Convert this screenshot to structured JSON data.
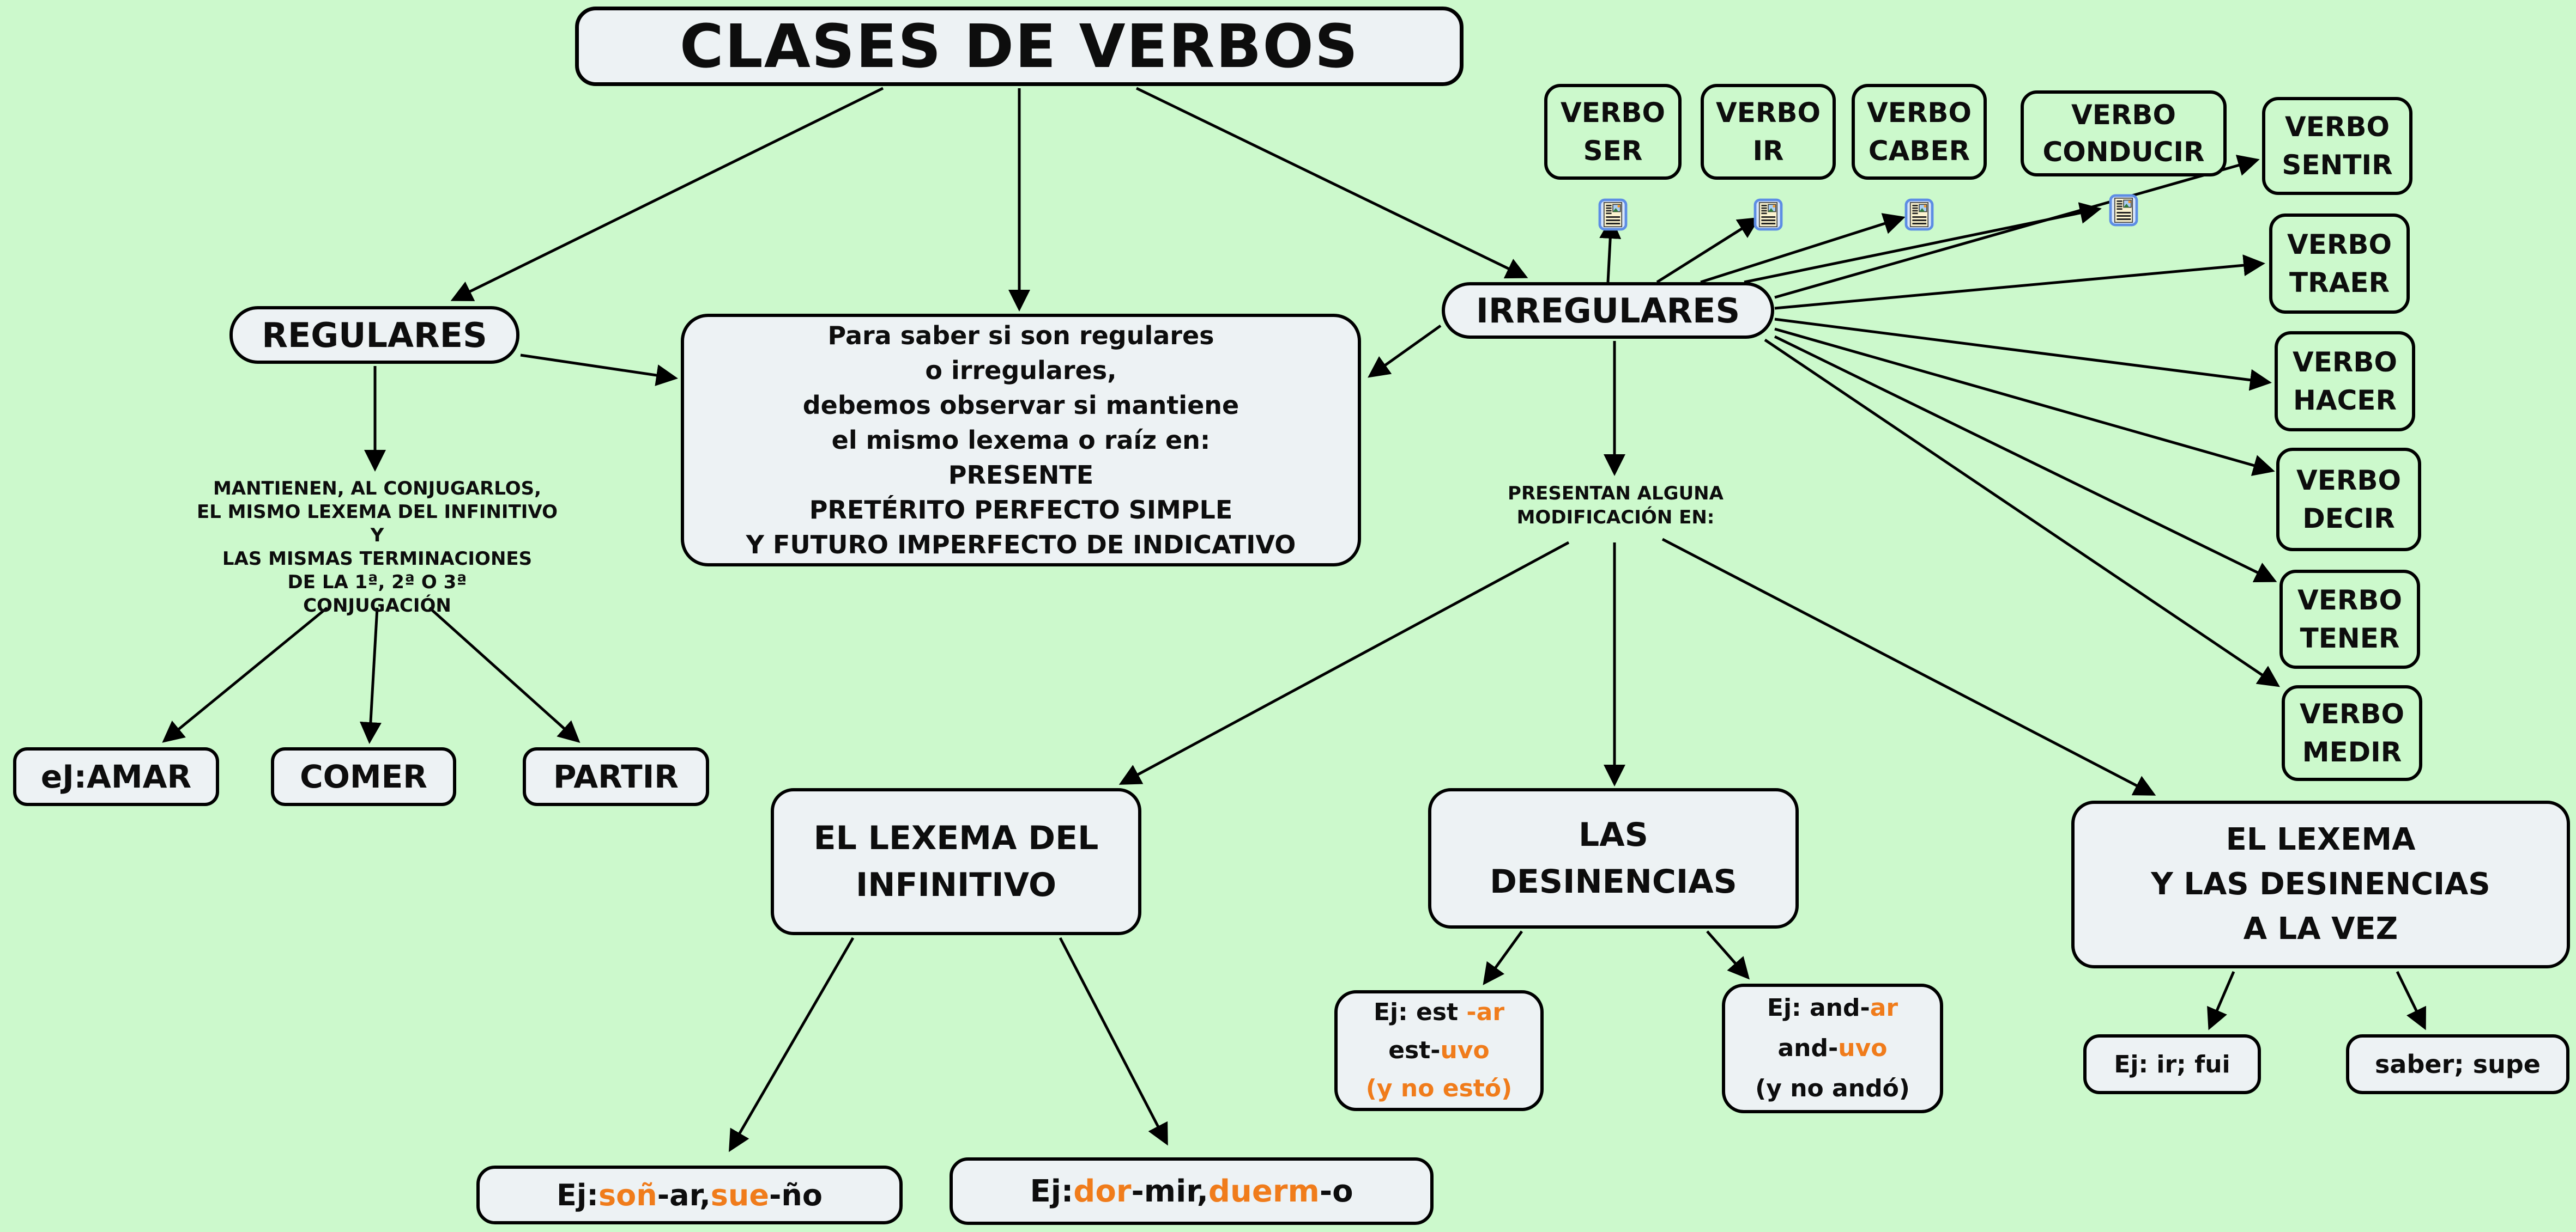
{
  "colors": {
    "background": "#ccf9cc",
    "box_fill": "#edf2f4",
    "border": "#000000",
    "text": "#0d0d0d",
    "orange": "#f07c1b",
    "icon_border": "#5d8de4"
  },
  "title": "CLASES DE VERBOS",
  "nodes": {
    "regulares": "REGULARES",
    "irregulares": "IRREGULARES",
    "middle_note": "Para saber si son regulares\no irregulares,\ndebemos observar si mantiene\nel mismo lexema o raíz en:\nPRESENTE\nPRETÉRITO PERFECTO SIMPLE\nY FUTURO IMPERFECTO DE INDICATIVO",
    "mantienen_note": "MANTIENEN, AL CONJUGARLOS,\nEL MISMO LEXEMA DEL INFINITIVO\nY\nLAS MISMAS TERMINACIONES\nDE LA 1ª, 2ª O 3ª\nCONJUGACIÓN",
    "presentan_note": "PRESENTAN ALGUNA\nMODIFICACIÓN EN:",
    "ej_amar": "eJ:AMAR",
    "comer": "COMER",
    "partir": "PARTIR",
    "lexema_infinitivo": "EL LEXEMA DEL\nINFINITIVO",
    "desinencias": "LAS\nDESINENCIAS",
    "lexema_desinencias": "EL LEXEMA\nY  LAS DESINENCIAS\nA LA VEZ",
    "ej_ir_fui": "Ej: ir; fui",
    "saber_supe": "saber; supe"
  },
  "verbs": [
    {
      "id": "ser",
      "label": "VERBO\nSER"
    },
    {
      "id": "ir",
      "label": "VERBO\nIR"
    },
    {
      "id": "caber",
      "label": "VERBO\nCABER"
    },
    {
      "id": "conducir",
      "label": "VERBO\nCONDUCIR"
    },
    {
      "id": "sentir",
      "label": "VERBO\nSENTIR"
    },
    {
      "id": "traer",
      "label": "VERBO\nTRAER"
    },
    {
      "id": "hacer",
      "label": "VERBO\nHACER"
    },
    {
      "id": "decir",
      "label": "VERBO\nDECIR"
    },
    {
      "id": "tener",
      "label": "VERBO\nTENER"
    },
    {
      "id": "medir",
      "label": "VERBO\nMEDIR"
    }
  ],
  "examples": {
    "estar": {
      "lines": [
        [
          {
            "t": "Ej: est ",
            "c": "black"
          },
          {
            "t": "-ar",
            "c": "orange"
          }
        ],
        [
          {
            "t": "est-",
            "c": "black"
          },
          {
            "t": "uvo",
            "c": "orange"
          }
        ],
        [
          {
            "t": "(y no estó)",
            "c": "orange"
          }
        ]
      ]
    },
    "andar": {
      "lines": [
        [
          {
            "t": "Ej: and-",
            "c": "black"
          },
          {
            "t": "ar",
            "c": "orange"
          }
        ],
        [
          {
            "t": "and-",
            "c": "black"
          },
          {
            "t": "uvo",
            "c": "orange"
          }
        ],
        [
          {
            "t": "(y no andó)",
            "c": "black"
          }
        ]
      ]
    },
    "sonar": {
      "segments": [
        {
          "t": "Ej: ",
          "c": "black"
        },
        {
          "t": "soñ",
          "c": "orange"
        },
        {
          "t": "-ar, ",
          "c": "black"
        },
        {
          "t": "sue",
          "c": "orange"
        },
        {
          "t": "-ño",
          "c": "black"
        }
      ]
    },
    "dormir": {
      "segments": [
        {
          "t": "Ej: ",
          "c": "black"
        },
        {
          "t": "dor",
          "c": "orange"
        },
        {
          "t": "-mir, ",
          "c": "black"
        },
        {
          "t": "duerm",
          "c": "orange"
        },
        {
          "t": "-o",
          "c": "black"
        }
      ]
    }
  },
  "icon": {
    "name": "resource-document-icon"
  }
}
